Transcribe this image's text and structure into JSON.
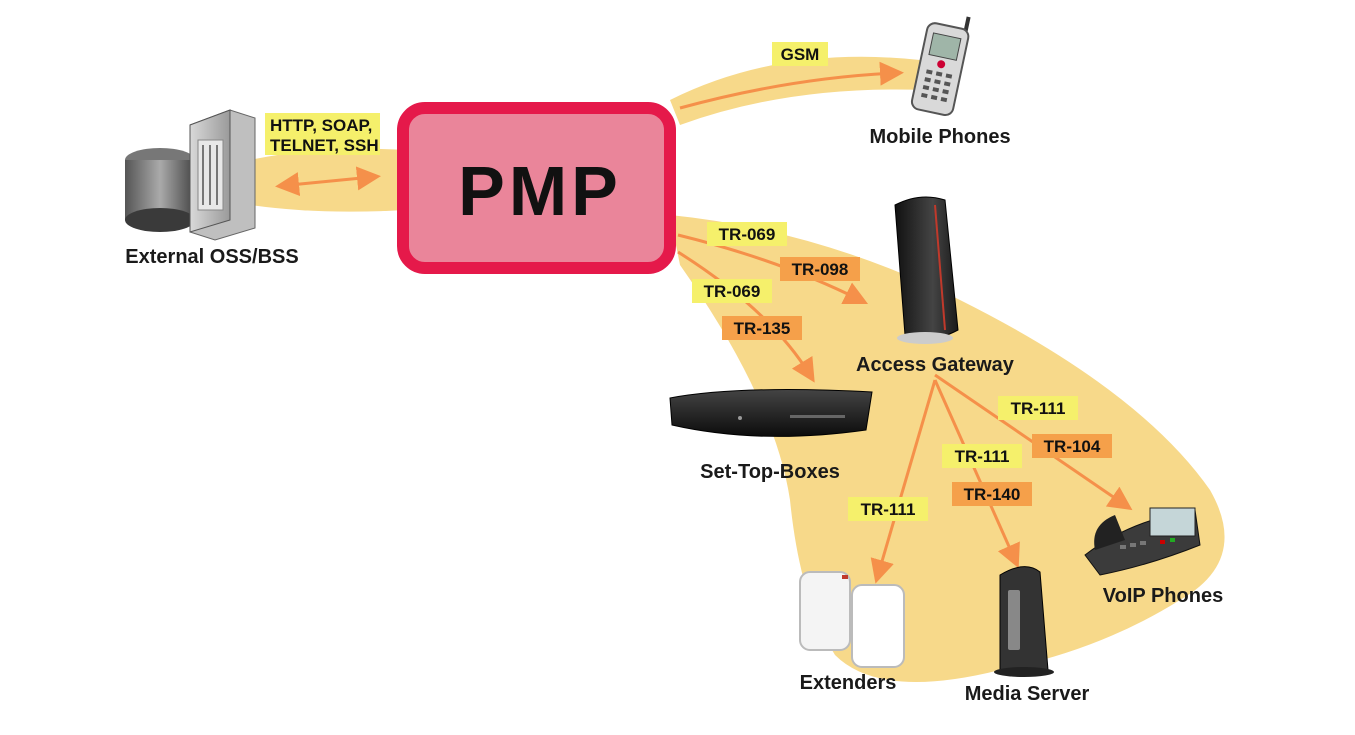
{
  "central": {
    "label": "PMP",
    "fill": "#ea859a",
    "border": "#e5194a"
  },
  "nodes": {
    "oss": "External OSS/BSS",
    "mobile": "Mobile Phones",
    "gateway": "Access Gateway",
    "stb": "Set-Top-Boxes",
    "extenders": "Extenders",
    "media": "Media Server",
    "voip": "VoIP Phones"
  },
  "protocols": {
    "http_line1": "HTTP, SOAP,",
    "http_line2": "TELNET, SSH",
    "gsm": "GSM",
    "tr069_gateway": "TR-069",
    "tr098": "TR-098",
    "tr069_stb": "TR-069",
    "tr135": "TR-135",
    "tr111_voip": "TR-111",
    "tr104": "TR-104",
    "tr111_media": "TR-111",
    "tr140": "TR-140",
    "tr111_ext": "TR-111"
  },
  "colors": {
    "band": "#f7d98a",
    "arrow": "#f5904a",
    "tag_yellow": "#f5f06b",
    "tag_orange": "#f5a04a"
  }
}
